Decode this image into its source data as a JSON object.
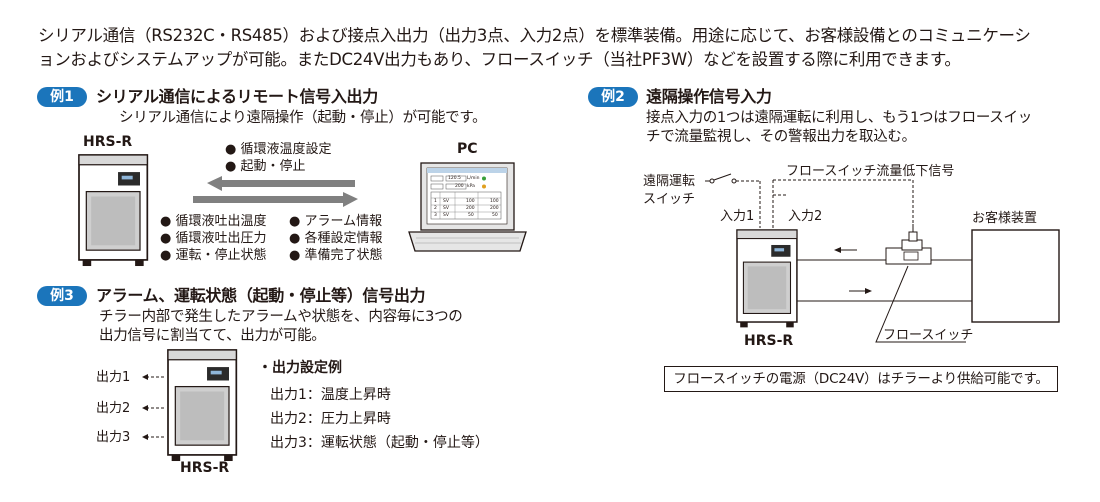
{
  "intro": {
    "line1": "シリアル通信（RS232C・RS485）および接点入出力（出力3点、入力2点）を標準装備。用途に応じて、お客様設備とのコミュニケーシ",
    "line2": "ョンおよびシステムアップが可能。またDC24V出力もあり、フロースイッチ（当社PF3W）などを設置する際に利用できます。"
  },
  "example1": {
    "badge": "例1",
    "title": "シリアル通信によるリモート信号入出力",
    "description": "シリアル通信により遠隔操作（起動・停止）が可能です。",
    "device_label": "HRS-R",
    "pc_label": "PC",
    "to_device": [
      "● 循環液温度設定",
      "● 起動・停止"
    ],
    "from_device_col1": [
      "● 循環液吐出温度",
      "● 循環液吐出圧力",
      "● 運転・停止状態"
    ],
    "from_device_col2": [
      "● アラーム情報",
      "● 各種設定情報",
      "● 準備完了状態"
    ],
    "pc_screen": {
      "row1_value": "120.5",
      "row1_unit": "L/min",
      "row2_value": "200",
      "row2_unit": "kPa",
      "table": [
        [
          "1",
          "SV",
          "100",
          "100"
        ],
        [
          "2",
          "SV",
          "200",
          "200"
        ],
        [
          "3",
          "SV",
          "50",
          "50"
        ]
      ]
    }
  },
  "example2": {
    "badge": "例2",
    "title": "遠隔操作信号入力",
    "description_line1": "接点入力の1つは遠隔運転に利用し、もう1つはフロースイッ",
    "description_line2": "チで流量監視し、その警報出力を取込む。",
    "remote_switch_line1": "遠隔運転",
    "remote_switch_line2": "スイッチ",
    "input1": "入力1",
    "input2": "入力2",
    "low_flow_signal": "フロースイッチ流量低下信号",
    "customer_equipment": "お客様装置",
    "flow_switch": "フロースイッチ",
    "device_label": "HRS-R",
    "note": "フロースイッチの電源（DC24V）はチラーより供給可能です。"
  },
  "example3": {
    "badge": "例3",
    "title": "アラーム、運転状態（起動・停止等）信号出力",
    "description_line1": "チラー内部で発生したアラームや状態を、内容毎に3つの",
    "description_line2": "出力信号に割当てて、出力が可能。",
    "outputs": [
      "出力1",
      "出力2",
      "出力3"
    ],
    "device_label": "HRS-R",
    "settings_title": "・出力設定例",
    "settings": [
      "出力1：温度上昇時",
      "出力2：圧力上昇時",
      "出力3：運転状態（起動・停止等）"
    ]
  },
  "colors": {
    "badge": "#1b75bb",
    "text": "#231815",
    "arrow_gray": "#808080"
  }
}
